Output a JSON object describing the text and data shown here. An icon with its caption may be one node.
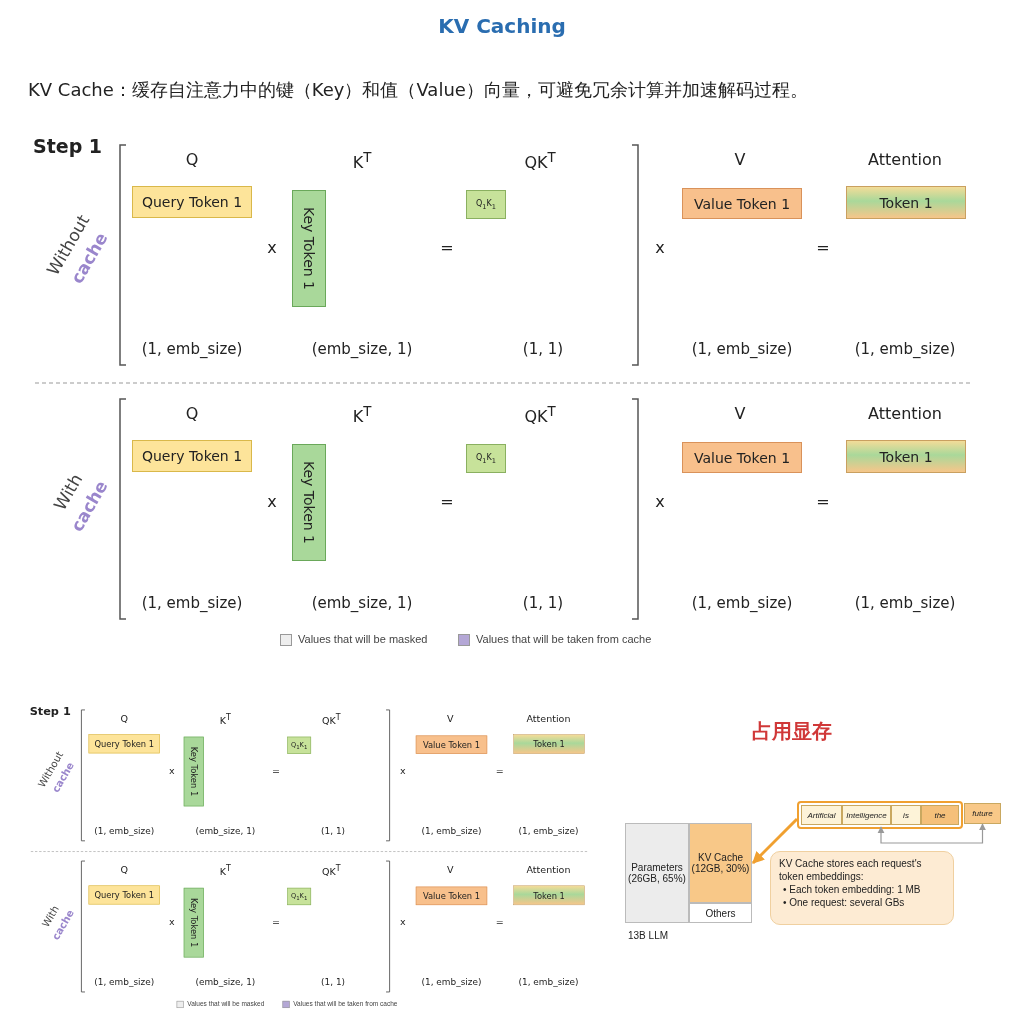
{
  "diagram": {
    "title": "KV Caching",
    "nodes": [
      {
        "text": [
          "Query Token 1"
        ]
      },
      {
        "text": [
          "Key Token 1"
        ]
      },
      {
        "text": [
          "Q$_{1}$K$_{1}$"
        ]
      },
      {
        "text": [
          "Value Token 1"
        ]
      },
      {
        "text": [
          "Token 1"
        ]
      },
      {
        "text": [
          "Query Token 1"
        ]
      },
      {
        "text": [
          "Key Token 1"
        ]
      },
      {
        "text": [
          "Q$_{1}$K$_{1}$"
        ]
      },
      {
        "text": [
          "Value Token 1"
        ]
      },
      {
        "text": [
          "Token 1"
        ]
      },
      {
        "text": [
          "Query Token 1"
        ]
      },
      {
        "text": [
          "Key Token 1"
        ]
      },
      {
        "text": [
          "Q$_{1}$K$_{1}$"
        ]
      },
      {
        "text": [
          "Value Token 1"
        ]
      },
      {
        "text": [
          "Token 1"
        ]
      },
      {
        "text": [
          "Query Token 1"
        ]
      },
      {
        "text": [
          "Key Token 1"
        ]
      },
      {
        "text": [
          "Q$_{1}$K$_{1}$"
        ]
      },
      {
        "text": [
          "Value Token 1"
        ]
      },
      {
        "text": [
          "Token 1"
        ]
      },
      {
        "text": [
          "Parameters (26GB, 65%)"
        ]
      },
      {
        "text": [
          "KV Cache (12GB, 30%)"
        ]
      },
      {
        "text": [
          "Others"
        ]
      },
      {
        "text": [],
        "shape": "box"
      },
      {
        "text": [
          "Artificial"
        ],
        "in": 23
      },
      {
        "text": [
          "Intelligence"
        ],
        "in": 23
      },
      {
        "text": [
          "is"
        ],
        "in": 23
      },
      {
        "text": [
          "the"
        ],
        "in": 23
      },
      {
        "text": [
          "future"
        ]
      },
      {
        "text": [
          "KV Cache stores each request's token embeddings:",
          "• Each token embedding: 1 MB",
          "• One request: several GBs"
        ]
      }
    ],
    "edges": [
      {
        "from": 23,
        "to": 21,
        "arrow": "to",
        "style": "thick",
        "color": "#f0a030"
      },
      {
        "from": 25,
        "to": 28,
        "arrow": "both",
        "color": "#999999"
      }
    ],
    "labels": [
      "KV Cache：缓存自注意力中的键（Key）和值（Value）向量，可避免冗余计算并加速解码过程。",
      "Step 1",
      "Without",
      "cache",
      "Q",
      "K$^{T}$",
      "QK$^{T}$",
      "V",
      "Attention",
      "x",
      "=",
      "x",
      "=",
      "(1, emb_size)",
      "(emb_size, 1)",
      "(1, 1)",
      "(1, emb_size)",
      "(1, emb_size)",
      "With",
      "cache",
      "Q",
      "K$^{T}$",
      "QK$^{T}$",
      "V",
      "Attention",
      "x",
      "=",
      "x",
      "=",
      "(1, emb_size)",
      "(emb_size, 1)",
      "(1, 1)",
      "(1, emb_size)",
      "(1, emb_size)",
      "Step 1",
      "Without",
      "cache",
      "Q",
      "K$^{T}$",
      "QK$^{T}$",
      "V",
      "Attention",
      "x",
      "=",
      "x",
      "=",
      "(1, emb_size)",
      "(emb_size, 1)",
      "(1, 1)",
      "(1, emb_size)",
      "(1, emb_size)",
      "With",
      "cache",
      "Q",
      "K$^{T}$",
      "QK$^{T}$",
      "V",
      "Attention",
      "x",
      "=",
      "x",
      "=",
      "(1, emb_size)",
      "(emb_size, 1)",
      "(1, 1)",
      "(1, emb_size)",
      "(1, emb_size)",
      "占用显存",
      "13B LLM"
    ],
    "legend": [
      {
        "text": "Values that will be masked",
        "color": "#eeeeee"
      },
      {
        "text": "Values that will be taken from cache",
        "color": "#b4a7d6"
      },
      {
        "text": "Values that will be masked",
        "color": "#eeeeee"
      },
      {
        "text": "Values that will be taken from cache",
        "color": "#b4a7d6"
      }
    ]
  }
}
